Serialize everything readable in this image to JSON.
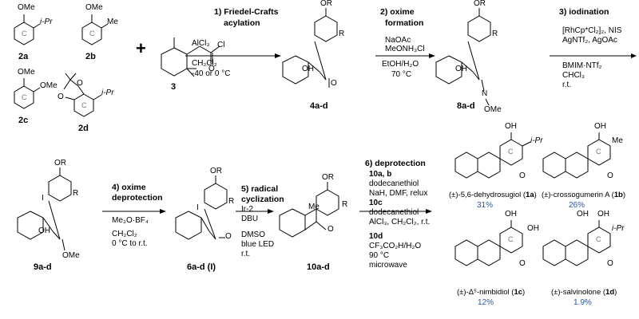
{
  "atoms": {
    "OMe": "OMe",
    "iPr": "i-Pr",
    "Me": "Me",
    "OR": "OR",
    "R": "R",
    "OH": "OH",
    "O": "O",
    "Cl": "Cl",
    "N": "N",
    "OMe_oxime": "OMe",
    "ringC": "C",
    "I": "I"
  },
  "compounds": {
    "c2a": "2a",
    "c2b": "2b",
    "c2c": "2c",
    "c2d": "2d",
    "c3": "3",
    "c4": "4a-d",
    "c8": "8a-d",
    "c9": "9a-d",
    "c6": "6a-d (I)",
    "c10": "10a-d"
  },
  "steps": {
    "s1_title1": "1) Friedel-Crafts",
    "s1_title2": "acylation",
    "s1_c1": "AlCl₃",
    "s1_c2": "CH₂Cl₂",
    "s1_c3": "-40 or 0 °C",
    "s2_title1": "2) oxime",
    "s2_title2": "formation",
    "s2_c1": "NaOAc",
    "s2_c2": "MeONH₃Cl",
    "s2_c3": "EtOH/H₂O",
    "s2_c4": "70 °C",
    "s3_title": "3) iodination",
    "s3_c1": "[RhCp*Cl₂]₂, NIS",
    "s3_c2": "AgNTf₂, AgOAc",
    "s3_c3": "BMIM·NTf₂",
    "s3_c4": "CHCl₃",
    "s3_c5": "r.t.",
    "s4_title1": "4) oxime",
    "s4_title2": "deprotection",
    "s4_c1": "Me₃O·BF₄",
    "s4_c2": "CH₂Cl₂",
    "s4_c3": "0 °C to r.t.",
    "s5_title1": "5) radical",
    "s5_title2": "cyclization",
    "s5_c1": "Ir-2",
    "s5_c2": "DBU",
    "s5_c3": "DMSO",
    "s5_c4": "blue LED",
    "s5_c5": "r.t.",
    "s6_title": "6) deprotection",
    "s6_c1": "10a, b",
    "s6_c2": "dodecanethiol",
    "s6_c3": "NaH, DMF, relux",
    "s6_c4": "10c",
    "s6_c5": "dodecanethiol",
    "s6_c6": "AlCl₃, CH₂Cl₂, r.t.",
    "s6_c7": "10d",
    "s6_c8": "CF₃CO₂H/H₂O",
    "s6_c9": "90 °C",
    "s6_c10": "microwave"
  },
  "products": {
    "p1a_name": "(±)-5,6-dehydrosugiol (",
    "p1a_id": "1a",
    "p1a_yield": "31%",
    "p1b_name": "(±)-crossogumerin A (",
    "p1b_id": "1b",
    "p1b_yield": "26%",
    "p1c_name": "(±)-Δ⁵-nimbidiol (",
    "p1c_id": "1c",
    "p1c_yield": "12%",
    "p1d_name": "(±)-salvinolone (",
    "p1d_id": "1d",
    "p1d_yield": "1.9%",
    "close": ")"
  },
  "plus": "+",
  "colors": {
    "yield": "#2a56a6",
    "ring_label": "#777777"
  }
}
